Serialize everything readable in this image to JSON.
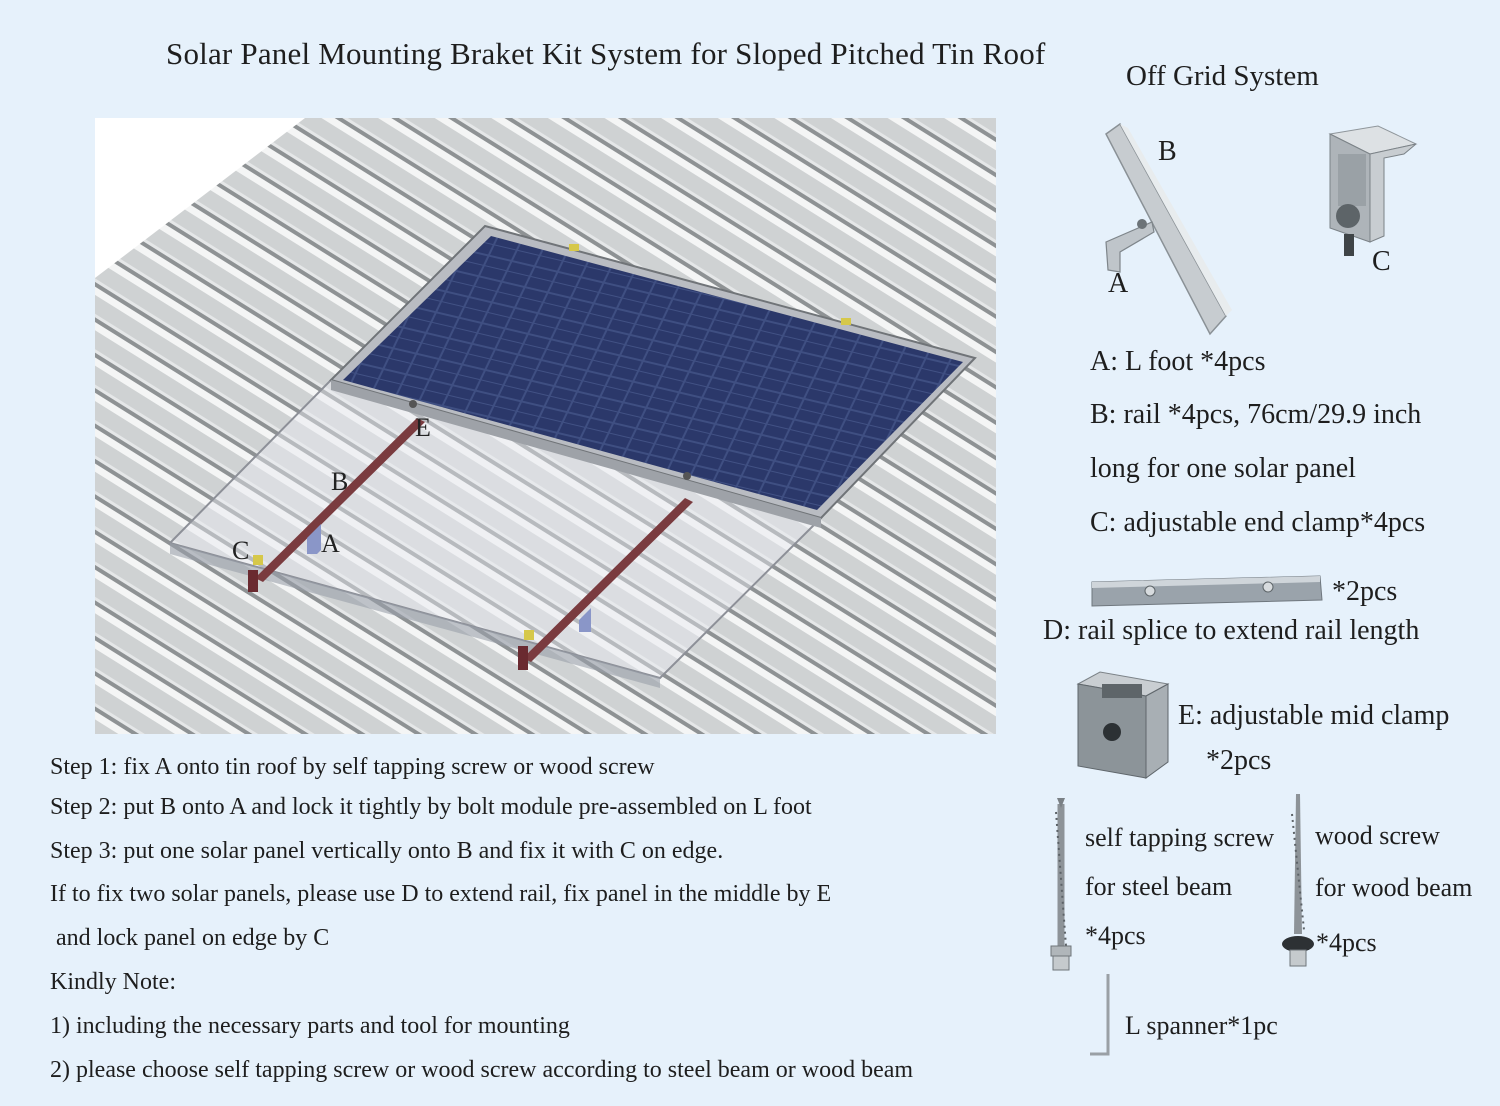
{
  "title": "Solar Panel Mounting Braket Kit System for Sloped Pitched Tin Roof",
  "subtitle": "Off Grid System",
  "scene_labels": {
    "a": "A",
    "b": "B",
    "c": "C",
    "e": "E"
  },
  "part_labels": {
    "b": "B",
    "a": "A",
    "c": "C"
  },
  "parts": {
    "a": "A: L foot *4pcs",
    "b1": "B: rail *4pcs, 76cm/29.9 inch",
    "b2": "long for one solar panel",
    "c": "C: adjustable end clamp*4pcs",
    "d_qty": "*2pcs",
    "d": "D: rail splice to extend rail length",
    "e1": "E: adjustable mid clamp",
    "e2": "*2pcs",
    "self1": "self tapping screw",
    "self2": "for steel beam",
    "self3": "*4pcs",
    "wood1": "wood screw",
    "wood2": "for wood beam",
    "wood3": "*4pcs",
    "spanner": "L spanner*1pc"
  },
  "steps": [
    "Step 1: fix A onto tin roof by self tapping screw or wood screw",
    "Step 2: put B onto A and lock it tightly by bolt module pre-assembled on L foot",
    "Step 3: put one solar panel vertically onto B and fix it with C on edge.",
    "If to fix two solar panels, please use D to extend rail, fix panel in the middle by E",
    " and lock panel on edge by C",
    "Kindly Note:",
    "1) including the necessary parts and tool for mounting",
    "2) please choose self tapping screw or wood screw according to steel beam or wood beam"
  ]
}
